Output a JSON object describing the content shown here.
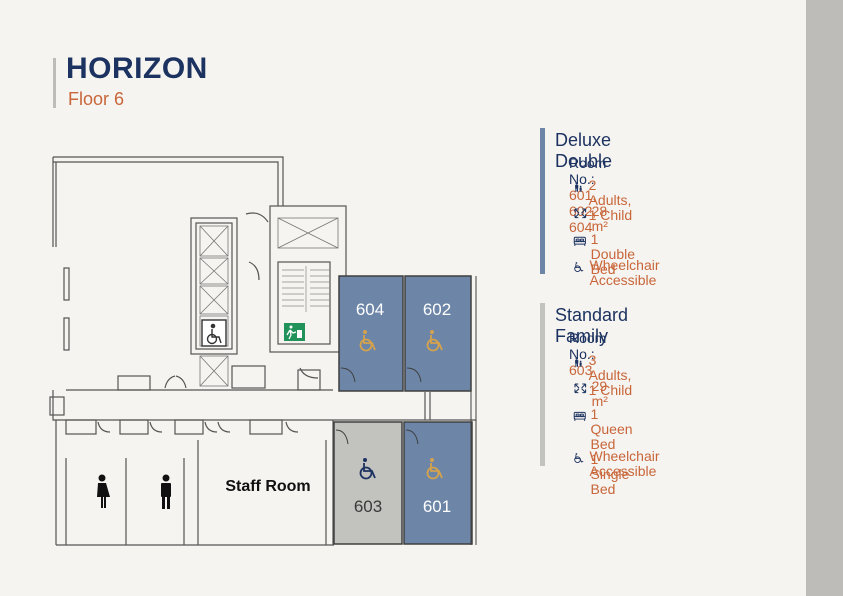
{
  "header": {
    "title": "HORIZON",
    "subtitle": "Floor 6"
  },
  "colors": {
    "navy": "#1c3260",
    "accent": "#c8663a",
    "deluxe_room": "#6d86a8",
    "standard_room": "#c2c2bf",
    "accessibility_icon": "#d4a24c"
  },
  "map": {
    "rooms": [
      {
        "number": "604",
        "type": "deluxe"
      },
      {
        "number": "602",
        "type": "deluxe"
      },
      {
        "number": "603",
        "type": "standard"
      },
      {
        "number": "601",
        "type": "deluxe"
      }
    ],
    "staff_room_label": "Staff Room",
    "icons": [
      "female-toilet-icon",
      "male-toilet-icon",
      "wheelchair-icon",
      "emergency-exit-icon",
      "elevator-icon"
    ]
  },
  "legend": [
    {
      "name": "Deluxe Double",
      "room_label": "Room No.:",
      "room_numbers": "601, 602, 604",
      "occupancy": "2 Adults, 1 Child",
      "size": "28 m²",
      "bed_line1": "1 Double Bed",
      "bed_line2": "",
      "accessibility": "Wheelchair Accessible",
      "bar_color": "#6d86a8"
    },
    {
      "name": "Standard Family",
      "room_label": "Room No.:",
      "room_numbers": "603",
      "occupancy": "3 Adults, 1 Child",
      "size": "29 m²",
      "bed_line1": "1 Queen Bed",
      "bed_line2": "1 Single Bed",
      "accessibility": "Wheelchair Accessible",
      "bar_color": "#c2c2bf"
    }
  ]
}
